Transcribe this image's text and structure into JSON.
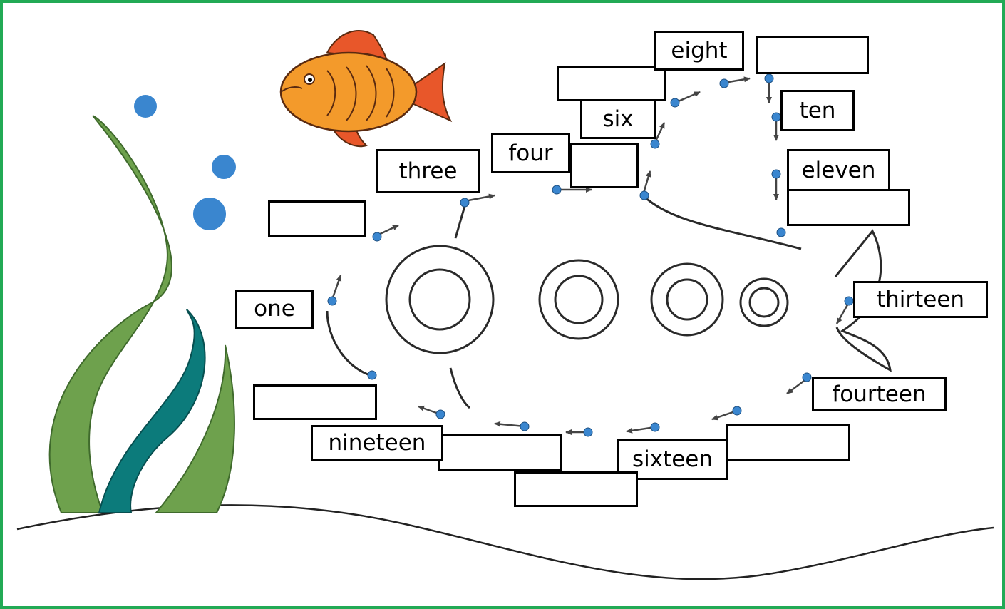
{
  "theme": {
    "frame_border": "#22aa55",
    "fish_orange": "#f39a2b",
    "fish_red": "#e8572a",
    "bubble": "#3a86cf",
    "seaweed_light": "#6ea14d",
    "seaweed_dark": "#0c7b7b",
    "dot": "#3a86cf",
    "line": "#333333"
  },
  "decorations": [
    "goldfish-icon",
    "bubble-icon",
    "seaweed-icon",
    "ring-icon",
    "seafloor-line"
  ],
  "number_boxes": [
    {
      "id": "one",
      "label": "one",
      "blank": false
    },
    {
      "id": "two",
      "label": "",
      "blank": true
    },
    {
      "id": "three",
      "label": "three",
      "blank": false
    },
    {
      "id": "four",
      "label": "four",
      "blank": false
    },
    {
      "id": "five",
      "label": "",
      "blank": true
    },
    {
      "id": "six",
      "label": "six",
      "blank": false
    },
    {
      "id": "seven",
      "label": "",
      "blank": true
    },
    {
      "id": "eight",
      "label": "eight",
      "blank": false
    },
    {
      "id": "nine",
      "label": "",
      "blank": true
    },
    {
      "id": "ten",
      "label": "ten",
      "blank": false
    },
    {
      "id": "eleven",
      "label": "eleven",
      "blank": false
    },
    {
      "id": "twelve",
      "label": "",
      "blank": true
    },
    {
      "id": "thirteen",
      "label": "thirteen",
      "blank": false
    },
    {
      "id": "fourteen",
      "label": "fourteen",
      "blank": false
    },
    {
      "id": "fifteen",
      "label": "",
      "blank": true
    },
    {
      "id": "sixteen",
      "label": "sixteen",
      "blank": false
    },
    {
      "id": "seventeen",
      "label": "",
      "blank": true
    },
    {
      "id": "eighteen",
      "label": "",
      "blank": true
    },
    {
      "id": "nineteen",
      "label": "nineteen",
      "blank": false
    },
    {
      "id": "twenty",
      "label": "",
      "blank": true
    }
  ]
}
